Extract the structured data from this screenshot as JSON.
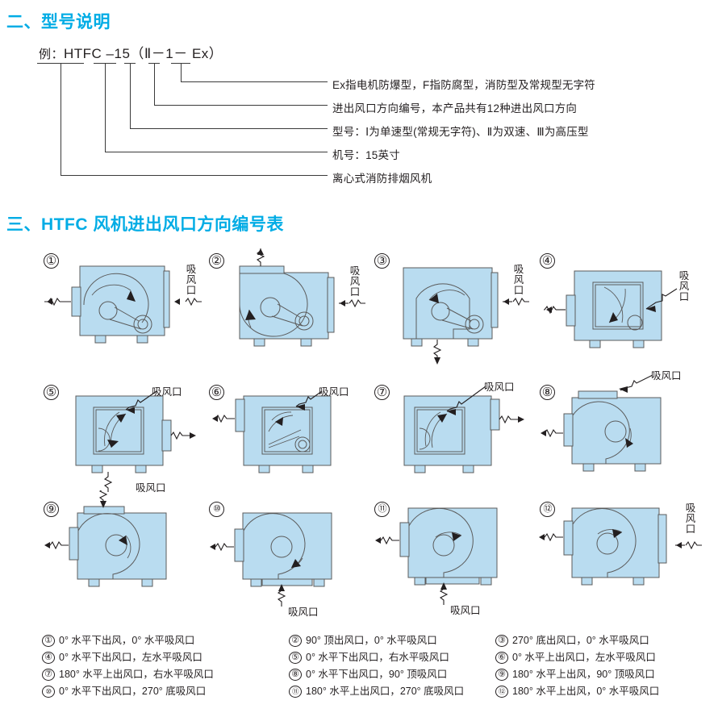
{
  "colors": {
    "heading": "#00ace5",
    "body_fill": "#b9dcf0",
    "line": "#3a3a3a",
    "text": "#231f20"
  },
  "sections": {
    "model": {
      "heading": "二、型号说明",
      "example_label": "例：",
      "example_code": "HTFC –15（Ⅱ－1－ Ex）",
      "callouts": [
        "Ex指电机防爆型，F指防腐型，消防型及常规型无字符",
        "进出风口方向编号，本产品共有12种进出风口方向",
        "型号：Ⅰ为单速型(常规无字符)、Ⅱ为双速、Ⅲ为高压型",
        "机号：15英寸",
        "离心式消防排烟风机"
      ]
    },
    "directions": {
      "heading": "三、HTFC 风机进出风口方向编号表",
      "inlet_label": "吸风口",
      "diagrams": [
        {
          "num": "①",
          "inlet": "right-horizontal",
          "outlet": "left-horizontal",
          "view": "side",
          "label_pos": "right-vertical"
        },
        {
          "num": "②",
          "inlet": "right-horizontal",
          "outlet": "top",
          "view": "side",
          "label_pos": "right-vertical"
        },
        {
          "num": "③",
          "inlet": "right-horizontal",
          "outlet": "bottom",
          "view": "side",
          "label_pos": "right-vertical"
        },
        {
          "num": "④",
          "inlet": "front",
          "outlet": "left-horizontal",
          "view": "front",
          "label_pos": "right-vertical"
        },
        {
          "num": "⑤",
          "inlet": "front",
          "outlet": "right-horizontal",
          "view": "front",
          "label_pos": "top-horizontal"
        },
        {
          "num": "⑥",
          "inlet": "front",
          "outlet": "left-horizontal",
          "view": "front",
          "label_pos": "top-horizontal"
        },
        {
          "num": "⑦",
          "inlet": "front",
          "outlet": "right-horizontal",
          "view": "front",
          "label_pos": "top-horizontal"
        },
        {
          "num": "⑧",
          "inlet": "top",
          "outlet": "left-horizontal",
          "view": "side",
          "label_pos": "top-horizontal"
        },
        {
          "num": "⑨",
          "inlet": "top",
          "outlet": "left-horizontal",
          "view": "side",
          "label_pos": "top-horizontal"
        },
        {
          "num": "⑩",
          "inlet": "bottom",
          "outlet": "left-horizontal",
          "view": "side",
          "label_pos": "bottom-horizontal"
        },
        {
          "num": "⑪",
          "inlet": "bottom",
          "outlet": "left-horizontal",
          "view": "side",
          "label_pos": "bottom-horizontal"
        },
        {
          "num": "⑫",
          "inlet": "right-horizontal",
          "outlet": "left-horizontal",
          "view": "side",
          "label_pos": "right-vertical"
        }
      ],
      "legend": {
        "columns": [
          [
            {
              "num": "①",
              "text": "0° 水平下出风，0° 水平吸风口"
            },
            {
              "num": "④",
              "text": "0° 水平下出风口，左水平吸风口"
            },
            {
              "num": "⑦",
              "text": "180° 水平上出风口，右水平吸风口"
            },
            {
              "num": "⑩",
              "text": "0° 水平下出风口，270° 底吸风口"
            }
          ],
          [
            {
              "num": "②",
              "text": "90° 顶出风口，0° 水平吸风口"
            },
            {
              "num": "⑤",
              "text": "0° 水平下出风口，右水平吸风口"
            },
            {
              "num": "⑧",
              "text": "0° 水平下出风口，90° 顶吸风口"
            },
            {
              "num": "⑪",
              "text": "180° 水平上出风口，270° 底吸风口"
            }
          ],
          [
            {
              "num": "③",
              "text": "270° 底出风口，0° 水平吸风口"
            },
            {
              "num": "⑥",
              "text": "0° 水平上出风口，左水平吸风口"
            },
            {
              "num": "⑨",
              "text": "180° 水平上出风，90° 顶吸风口"
            },
            {
              "num": "⑫",
              "text": "180° 水平上出风，0° 水平吸风口"
            }
          ]
        ]
      }
    }
  }
}
